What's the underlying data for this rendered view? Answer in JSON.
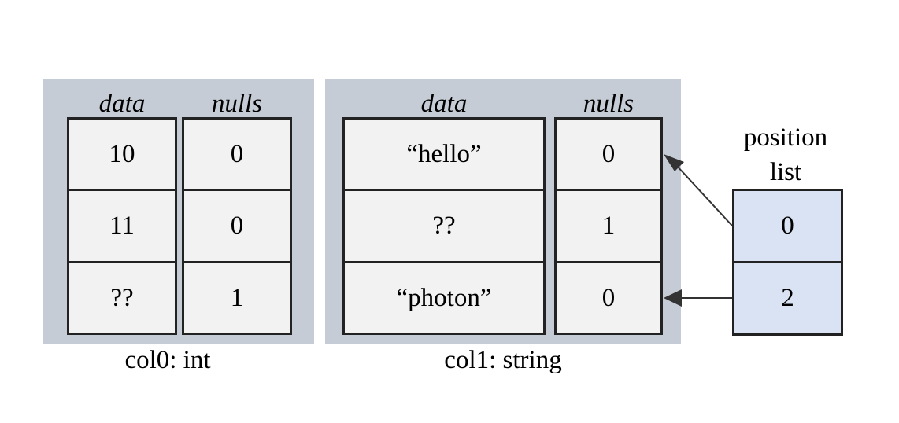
{
  "col0": {
    "caption": "col0: int",
    "data_header": "data",
    "nulls_header": "nulls",
    "data": [
      "10",
      "11",
      "??"
    ],
    "nulls": [
      "0",
      "0",
      "1"
    ]
  },
  "col1": {
    "caption": "col1: string",
    "data_header": "data",
    "nulls_header": "nulls",
    "data": [
      "“hello”",
      "??",
      "“photon”"
    ],
    "nulls": [
      "0",
      "1",
      "0"
    ]
  },
  "position_list": {
    "label_line1": "position",
    "label_line2": "list",
    "values": [
      "0",
      "2"
    ]
  },
  "colors": {
    "panel": "#c5ccd6",
    "cell": "#f2f2f2",
    "position_cell": "#dae3f3",
    "border": "#222222"
  }
}
